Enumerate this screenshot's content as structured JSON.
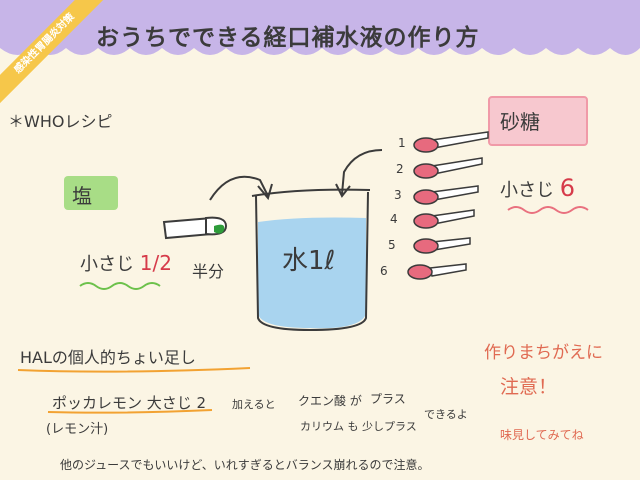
{
  "title": "おうちでできる経口補水液の作り方",
  "ribbon": "感染性胃腸炎対策",
  "recipe_label": "＊WHOレシピ",
  "salt": {
    "label": "塩",
    "amount_prefix": "小さじ",
    "amount_value": "1/2",
    "unit": "半分"
  },
  "water": {
    "label": "水1ℓ"
  },
  "sugar": {
    "label": "砂糖",
    "amount_prefix": "小さじ",
    "amount_value": "6",
    "spoon_numbers": [
      "1",
      "2",
      "3",
      "4",
      "5",
      "6"
    ]
  },
  "hal": {
    "heading": "HALの個人的ちょい足し",
    "pokka": "ポッカレモン 大さじ 2",
    "pokka_note": "(レモン汁)",
    "kuwaeru": "加えると",
    "citric": "クエン酸 が",
    "plus1": "プラス",
    "kalium": "カリウム も 少しプラス",
    "dekiru": "できるよ",
    "juice_note": "他のジュースでもいいけど、いれすぎるとバランス崩れるので注意。"
  },
  "warning": {
    "line1": "作りまちがえに",
    "line2": "注意！",
    "line3": "味見してみてね"
  },
  "colors": {
    "banner": "#c7b5e8",
    "salt_tag": "#a8dd86",
    "sugar_tag": "#f7c8cf",
    "water": "#a9d4ef",
    "accent_red": "#d63b4a",
    "spoon_head": "#e76a7e"
  }
}
